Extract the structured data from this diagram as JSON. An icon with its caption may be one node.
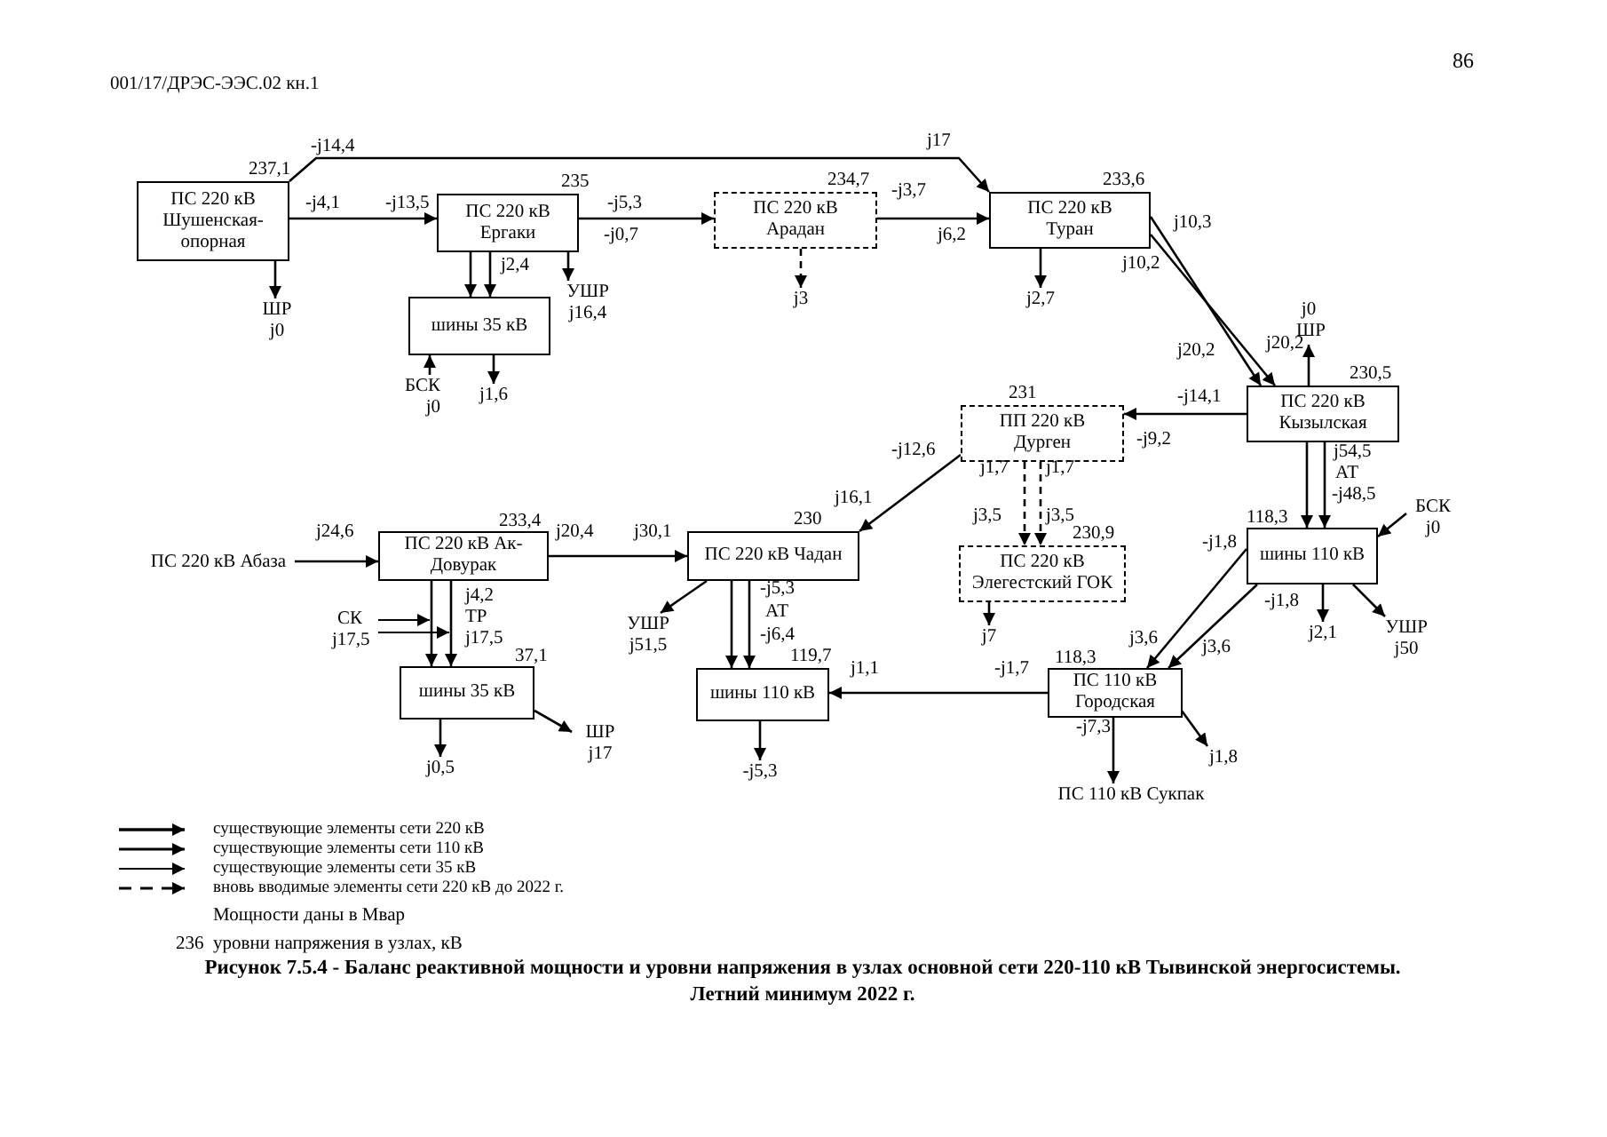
{
  "diagram": {
    "caption": "Рисунок 7.5.4 - Баланс реактивной мощности и уровни напряжения в узлах основной сети 220-110 кВ Тывинской энергосистемы. Летний минимум 2022 г.",
    "nodes": [
      {
        "text": [
          "ПС 220 кВ Шушенская-опорная"
        ],
        "beside": [
          "237,1"
        ]
      },
      {
        "text": [
          "ПС 220 кВ Ергаки"
        ],
        "beside": [
          "235"
        ]
      },
      {
        "text": [
          "ПС 220 кВ Арадан"
        ],
        "beside": [
          "234,7"
        ]
      },
      {
        "text": [
          "ПС 220 кВ Туран"
        ],
        "beside": [
          "233,6"
        ]
      },
      {
        "text": [
          "шины 35 кВ"
        ]
      },
      {
        "text": [
          "ШР j0"
        ]
      },
      {
        "text": [
          "УШР j16,4"
        ]
      },
      {
        "text": [
          "j3"
        ]
      },
      {
        "text": [
          "j2,7"
        ]
      },
      {
        "text": [
          "БСК j0"
        ]
      },
      {
        "text": [
          "j1,6"
        ]
      },
      {
        "text": [
          "ПС 220 кВ Кызылская"
        ],
        "beside": [
          "230,5"
        ]
      },
      {
        "text": [
          "j0 ШР"
        ]
      },
      {
        "text": [
          "ПП 220 кВ Дурген"
        ],
        "beside": [
          "231"
        ]
      },
      {
        "text": [
          "ПС 220 кВ Элегестский ГОК"
        ],
        "beside": [
          "230,9"
        ]
      },
      {
        "text": [
          "j7"
        ]
      },
      {
        "text": [
          "шины 110 кВ"
        ],
        "beside": [
          "118,3"
        ]
      },
      {
        "text": [
          "БСК j0"
        ]
      },
      {
        "text": [
          "j2,1"
        ]
      },
      {
        "text": [
          "УШР j50"
        ]
      },
      {
        "text": [
          "ПС 220 кВ Абаза"
        ]
      },
      {
        "text": [
          "ПС 220 кВ Ак-Довурак"
        ],
        "beside": [
          "233,4"
        ]
      },
      {
        "text": [
          "ПС 220 кВ Чадан"
        ],
        "beside": [
          "230"
        ]
      },
      {
        "text": [
          "СК j17,5"
        ]
      },
      {
        "text": [
          "шины 35 кВ"
        ],
        "beside": [
          "37,1"
        ]
      },
      {
        "text": [
          "j0,5"
        ]
      },
      {
        "text": [
          "ШР j17"
        ]
      },
      {
        "text": [
          "УШР j51,5"
        ]
      },
      {
        "text": [
          "шины 110 кВ"
        ],
        "beside": [
          "119,7"
        ]
      },
      {
        "text": [
          "-j5,3"
        ]
      },
      {
        "text": [
          "ПС 110 кВ Городская"
        ],
        "beside": [
          "118,3"
        ]
      },
      {
        "text": [
          "j1,8"
        ]
      },
      {
        "text": [
          "ПС 110 кВ Сукпак"
        ]
      }
    ],
    "edges": [
      {
        "from": 0,
        "to": 1,
        "arrow": "to"
      },
      {
        "from": 0,
        "to": 3,
        "arrow": "to"
      },
      {
        "from": 1,
        "to": 2,
        "arrow": "to"
      },
      {
        "from": 2,
        "to": 3,
        "arrow": "to"
      },
      {
        "from": 0,
        "to": 5,
        "arrow": "to"
      },
      {
        "from": 1,
        "to": 4,
        "arrow": "to"
      },
      {
        "from": 1,
        "to": 4,
        "arrow": "to"
      },
      {
        "from": 1,
        "to": 6,
        "arrow": "to"
      },
      {
        "from": 2,
        "to": 7,
        "arrow": "to",
        "style": "dashed"
      },
      {
        "from": 3,
        "to": 8,
        "arrow": "to"
      },
      {
        "from": 9,
        "to": 4,
        "arrow": "to"
      },
      {
        "from": 4,
        "to": 10,
        "arrow": "to"
      },
      {
        "from": 3,
        "to": 11,
        "arrow": "to"
      },
      {
        "from": 3,
        "to": 11,
        "arrow": "to"
      },
      {
        "from": 11,
        "to": 12,
        "arrow": "to"
      },
      {
        "from": 11,
        "to": 13,
        "arrow": "to"
      },
      {
        "from": 13,
        "to": 22,
        "arrow": "to"
      },
      {
        "from": 13,
        "to": 14,
        "arrow": "to",
        "style": "dashed"
      },
      {
        "from": 13,
        "to": 14,
        "arrow": "to",
        "style": "dashed"
      },
      {
        "from": 14,
        "to": 15,
        "arrow": "to"
      },
      {
        "from": 11,
        "to": 16,
        "arrow": "to"
      },
      {
        "from": 11,
        "to": 16,
        "arrow": "to"
      },
      {
        "from": 17,
        "to": 16,
        "arrow": "to"
      },
      {
        "from": 16,
        "to": 18,
        "arrow": "to"
      },
      {
        "from": 16,
        "to": 19,
        "arrow": "to"
      },
      {
        "from": 16,
        "to": 30,
        "arrow": "to"
      },
      {
        "from": 16,
        "to": 30,
        "arrow": "to"
      },
      {
        "from": 20,
        "to": 21,
        "arrow": "to"
      },
      {
        "from": 21,
        "to": 22,
        "arrow": "to"
      },
      {
        "from": 21,
        "to": 24,
        "arrow": "to"
      },
      {
        "from": 21,
        "to": 24,
        "arrow": "to"
      },
      {
        "from": 23,
        "to": 21,
        "arrow": "to"
      },
      {
        "from": 23,
        "to": 24,
        "arrow": "to"
      },
      {
        "from": 24,
        "to": 25,
        "arrow": "to"
      },
      {
        "from": 24,
        "to": 26,
        "arrow": "to"
      },
      {
        "from": 22,
        "to": 27,
        "arrow": "to"
      },
      {
        "from": 22,
        "to": 28,
        "arrow": "to"
      },
      {
        "from": 22,
        "to": 28,
        "arrow": "to"
      },
      {
        "from": 28,
        "to": 29,
        "arrow": "to"
      },
      {
        "from": 30,
        "to": 28,
        "arrow": "to"
      },
      {
        "from": 30,
        "to": 32,
        "arrow": "to"
      },
      {
        "from": 30,
        "to": 31,
        "arrow": "to"
      }
    ],
    "labels": [
      "001/17/ДРЭС-ЭЭС.02  кн.1",
      "86",
      "-j14,4",
      "j17",
      "-j4,1",
      "-j13,5",
      "-j5,3",
      "-j0,7",
      "-j3,7",
      "j6,2",
      "j2,4",
      "j10,3",
      "j10,2",
      "j20,2",
      "j20,2",
      "-j14,1",
      "-j9,2",
      "-j12,6",
      "j16,1",
      "j1,7",
      "j1,7",
      "j3,5",
      "j3,5",
      "j54,5",
      "АТ",
      "-j48,5",
      "-j1,8",
      "-j1,8",
      "j3,6",
      "j3,6",
      "j24,6",
      "j20,4",
      "j30,1",
      "j4,2",
      "ТР",
      "j17,5",
      "-j5,3",
      "АТ",
      "-j6,4",
      "j1,1",
      "-j1,7",
      "-j7,3",
      "Мощности даны в Мвар",
      "236",
      "уровни напряжения в узлах, кВ"
    ],
    "legend": [
      {
        "text": "существующие элементы сети 220 кВ"
      },
      {
        "text": "существующие элементы сети 110 кВ"
      },
      {
        "text": "существующие элементы сети 35 кВ"
      },
      {
        "text": "вновь вводимые элементы сети 220 кВ до 2022 г."
      }
    ]
  }
}
